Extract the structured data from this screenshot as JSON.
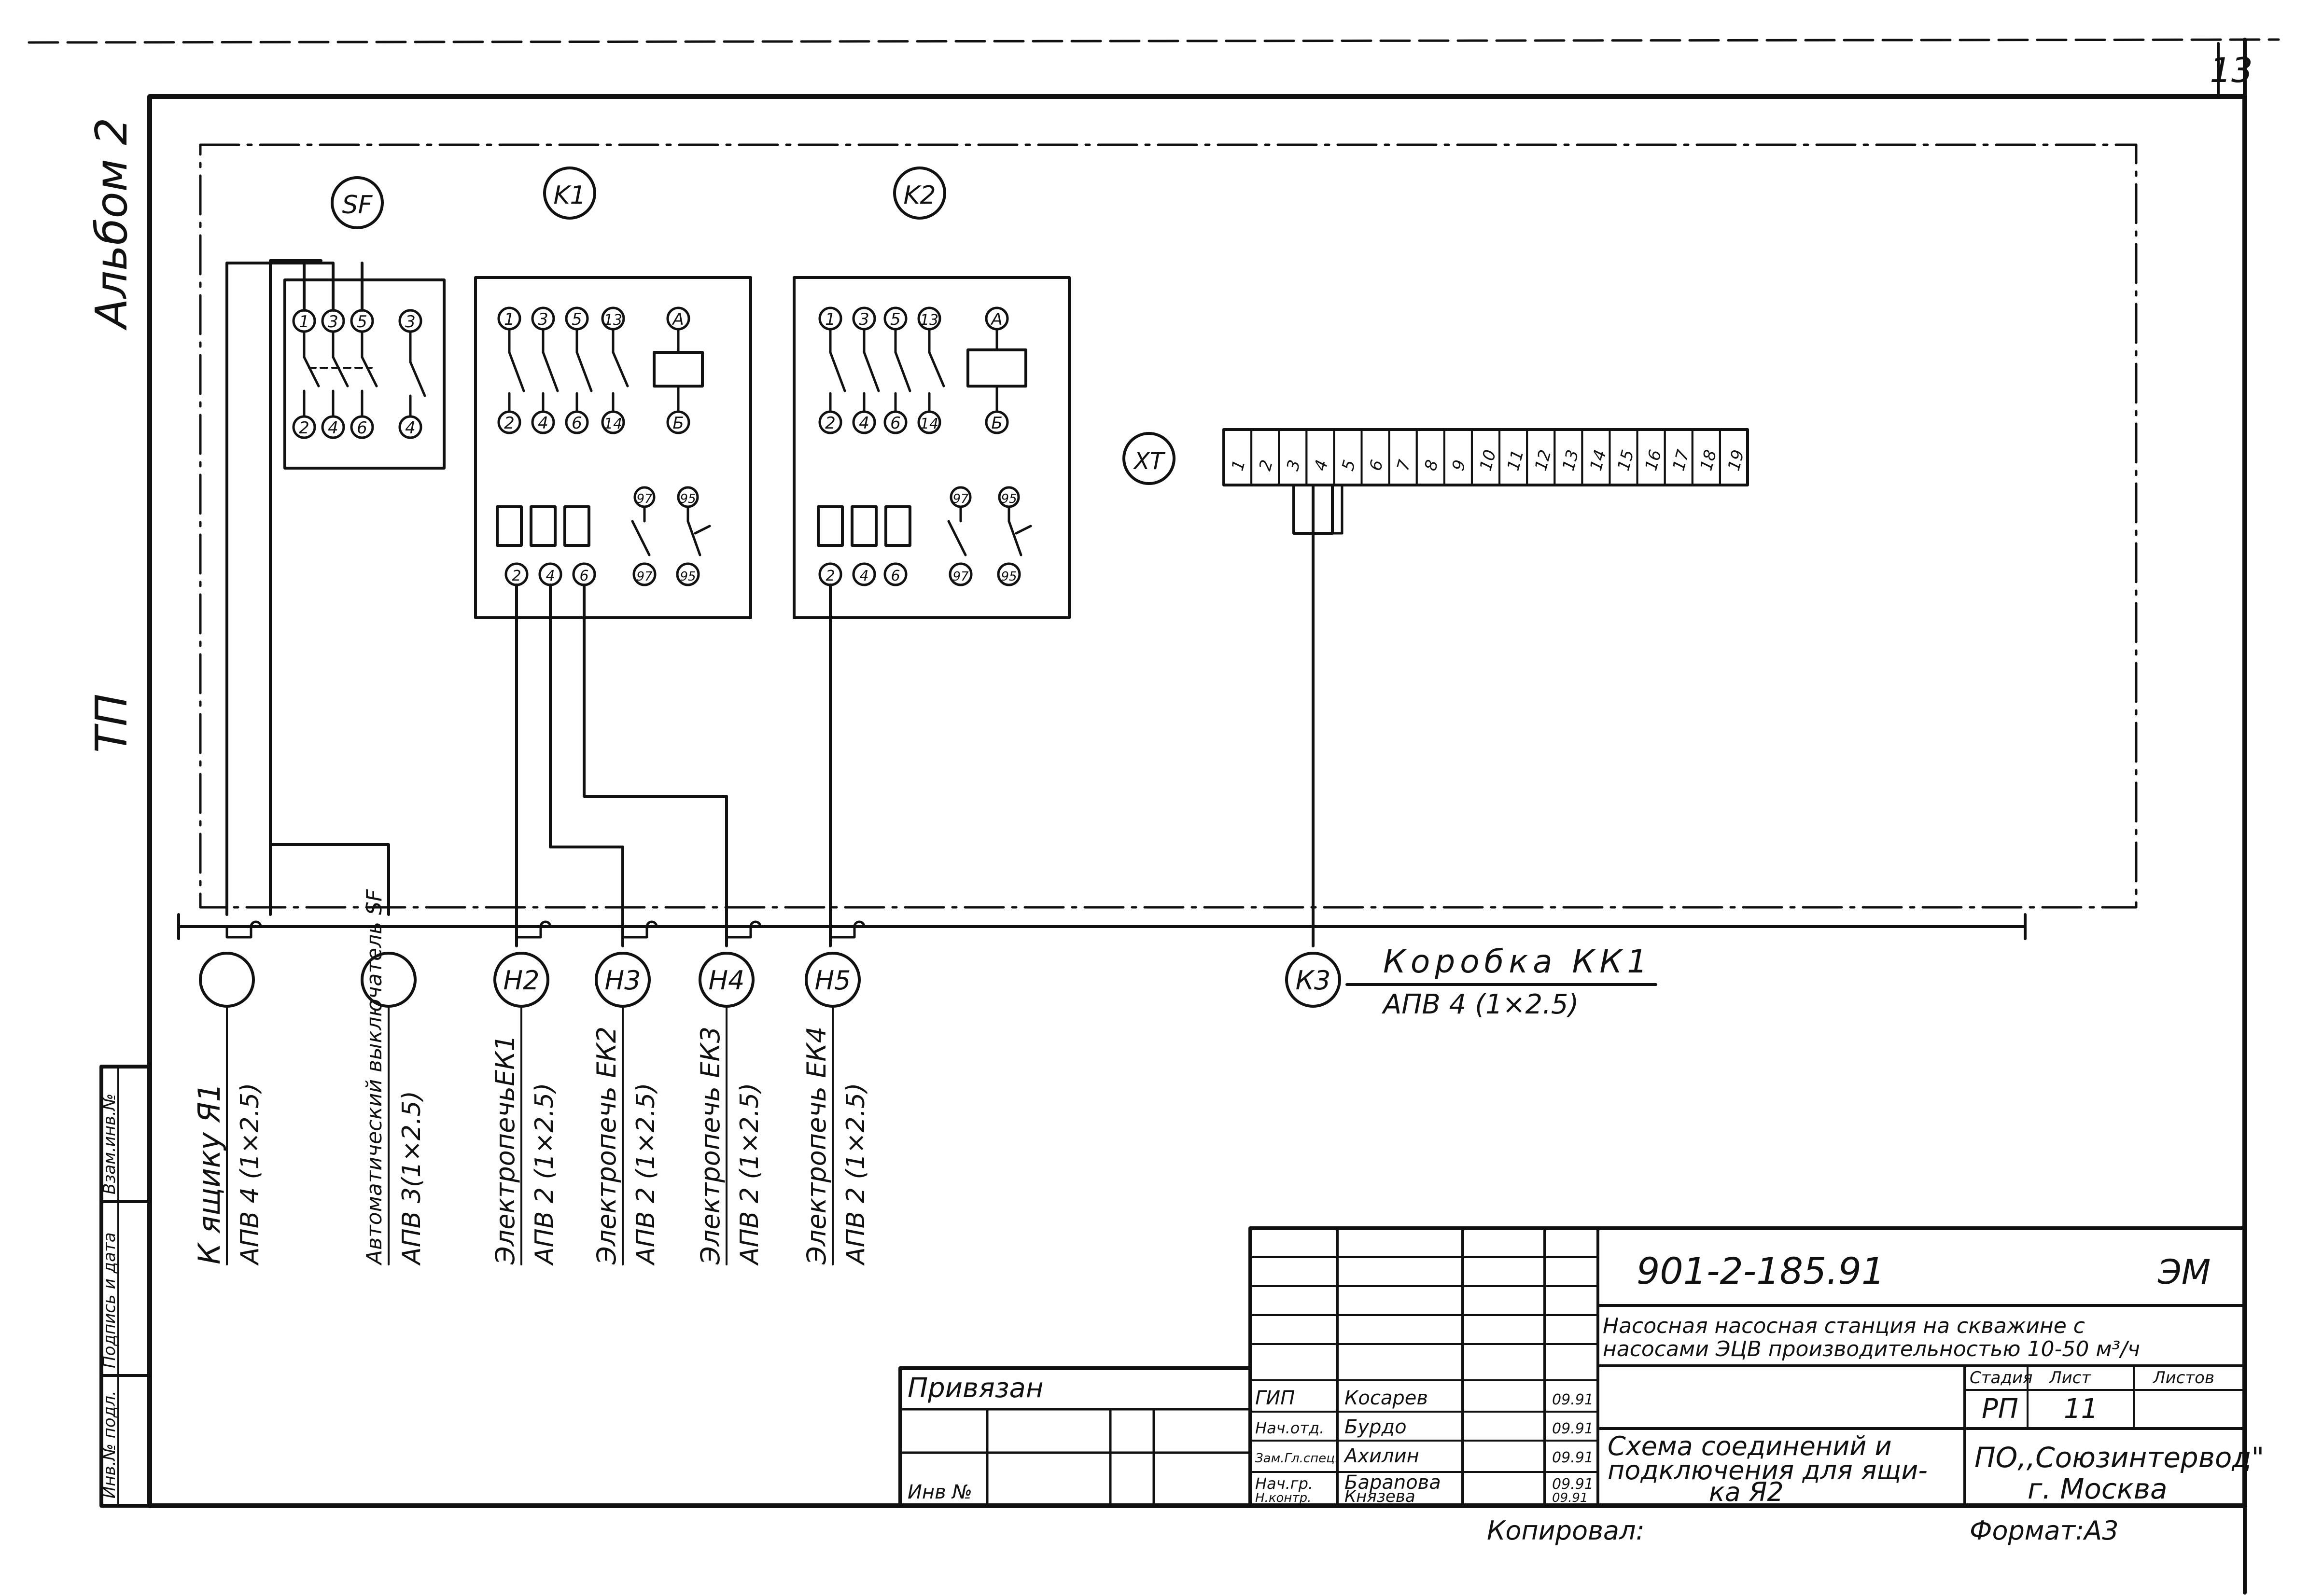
{
  "sheet": {
    "page_number": "13"
  },
  "left_margin": {
    "album": "Альбом 2",
    "tp": "ТП"
  },
  "stamp_side_cells": [
    "Инв.№ подл.",
    "Подпись и дата",
    "Взам.инв.№"
  ],
  "components": {
    "sf": "SF",
    "k1": "K1",
    "k2": "K2",
    "xt": "XT",
    "sf_terminals": {
      "top": [
        "1",
        "3",
        "5",
        "3"
      ],
      "bottom": [
        "2",
        "4",
        "6",
        "4"
      ]
    },
    "k1_terminals": {
      "top": [
        "1",
        "3",
        "5",
        "13"
      ],
      "coil_top": "A",
      "mid": [
        "2",
        "4",
        "6",
        "14"
      ],
      "coil_bottom": "Б",
      "relay_top": [
        "97",
        "95"
      ],
      "bottom": [
        "2",
        "4",
        "6",
        "97",
        "95"
      ]
    },
    "k2_terminals": {
      "top": [
        "1",
        "3",
        "5",
        "13"
      ],
      "coil_top": "A",
      "mid": [
        "2",
        "4",
        "6",
        "14"
      ],
      "coil_bottom": "Б",
      "relay_top": [
        "97",
        "95"
      ],
      "bottom": [
        "2",
        "4",
        "6",
        "97",
        "95"
      ]
    },
    "xt_terminals": [
      "1",
      "2",
      "3",
      "4",
      "5",
      "6",
      "7",
      "8",
      "9",
      "10",
      "11",
      "12",
      "13",
      "14",
      "15",
      "16",
      "17",
      "18",
      "19"
    ]
  },
  "cable_markers": [
    "",
    "",
    "Н2",
    "Н3",
    "Н4",
    "Н5",
    "К3"
  ],
  "cables": [
    {
      "dest": "К ящику Я1",
      "spec": "АПВ 4 (1×2.5)"
    },
    {
      "dest": "Автоматический выключатель SF",
      "spec": "АПВ 3(1×2.5)"
    },
    {
      "dest": "ЭлектропечьЕК1",
      "spec": "АПВ 2 (1×2.5)"
    },
    {
      "dest": "Электропечь ЕК2",
      "spec": "АПВ 2 (1×2.5)"
    },
    {
      "dest": "Электропечь ЕК3",
      "spec": "АПВ 2 (1×2.5)"
    },
    {
      "dest": "Электропечь ЕК4",
      "spec": "АПВ 2 (1×2.5)"
    }
  ],
  "box": {
    "title": "Коробка КК1",
    "spec": "АПВ 4 (1×2.5)"
  },
  "title_block": {
    "doc_number": "901-2-185.91",
    "doc_code": "ЭМ",
    "project_line1": "Насосная насосная станция на скважине с",
    "project_line2": "насосами ЭЦВ производительностью 10-50 м³/ч",
    "stage_header": "Стадия",
    "sheet_header": "Лист",
    "sheets_header": "Листов",
    "stage": "РП",
    "sheet": "11",
    "sheets": "",
    "drawing_title_line1": "Схема соединений и",
    "drawing_title_line2": "подключения для ящи-",
    "drawing_title_line3": "ка Я2",
    "org_line1": "ПО,,Союзинтервод\"",
    "org_line2": "г. Москва",
    "roles": [
      {
        "role": "ГИП",
        "name": "Косарев",
        "date": "09.91"
      },
      {
        "role": "Нач.отд.",
        "name": "Бурдо",
        "date": "09.91"
      },
      {
        "role": "Зам.Гл.спец.",
        "name": "Ахилин",
        "date": "09.91"
      },
      {
        "role": "Нач.гр.",
        "name": "Бараnова",
        "date": "09.91"
      },
      {
        "role": "Н.контр.",
        "name": "Князева",
        "date": "09.91"
      }
    ],
    "privyazan": "Привязан",
    "inv_no": "Инв №",
    "copied": "Копировал:",
    "format": "Формат:А3"
  }
}
